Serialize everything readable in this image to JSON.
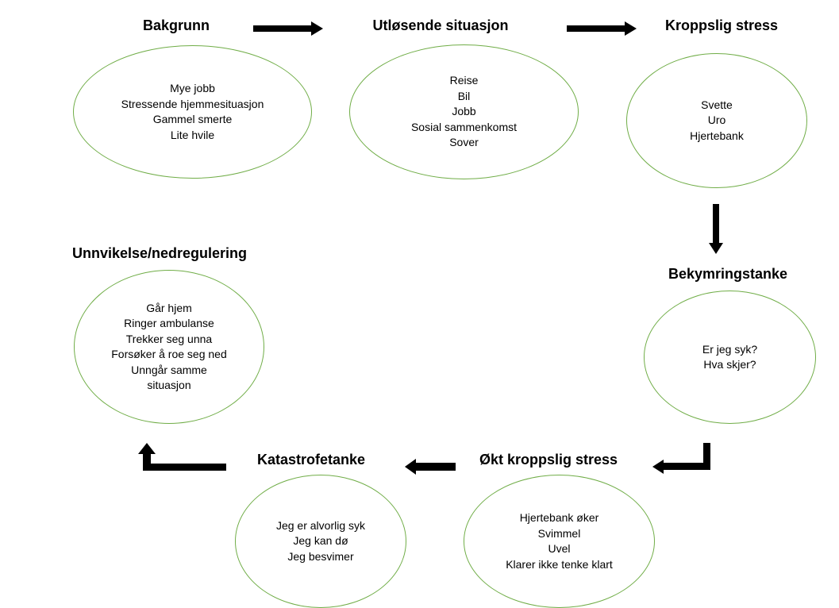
{
  "nodes": {
    "bakgrunn": {
      "title": "Bakgrunn",
      "lines": [
        "Mye jobb",
        "Stressende hjemmesituasjon",
        "Gammel smerte",
        "Lite hvile"
      ]
    },
    "utlosende": {
      "title": "Utløsende situasjon",
      "lines": [
        "Reise",
        "Bil",
        "Jobb",
        "Sosial sammenkomst",
        "Sover"
      ]
    },
    "kroppslig": {
      "title": "Kroppslig stress",
      "lines": [
        "Svette",
        "Uro",
        "Hjertebank"
      ]
    },
    "bekymring": {
      "title": "Bekymringstanke",
      "lines": [
        "Er jeg syk?",
        "Hva skjer?"
      ]
    },
    "okt": {
      "title": "Økt kroppslig stress",
      "lines": [
        "Hjertebank øker",
        "Svimmel",
        "Uvel",
        "Klarer ikke tenke klart"
      ]
    },
    "katastrofe": {
      "title": "Katastrofetanke",
      "lines": [
        "Jeg er alvorlig syk",
        "Jeg kan dø",
        "Jeg besvimer"
      ]
    },
    "unnvikelse": {
      "title": "Unnvikelse/nedregulering",
      "lines": [
        "Går hjem",
        "Ringer ambulanse",
        "Trekker seg unna",
        "Forsøker å roe seg ned",
        "Unngår samme",
        "situasjon"
      ]
    }
  },
  "colors": {
    "ellipse_border": "#70ad47",
    "arrow": "#000000",
    "text": "#000000"
  }
}
